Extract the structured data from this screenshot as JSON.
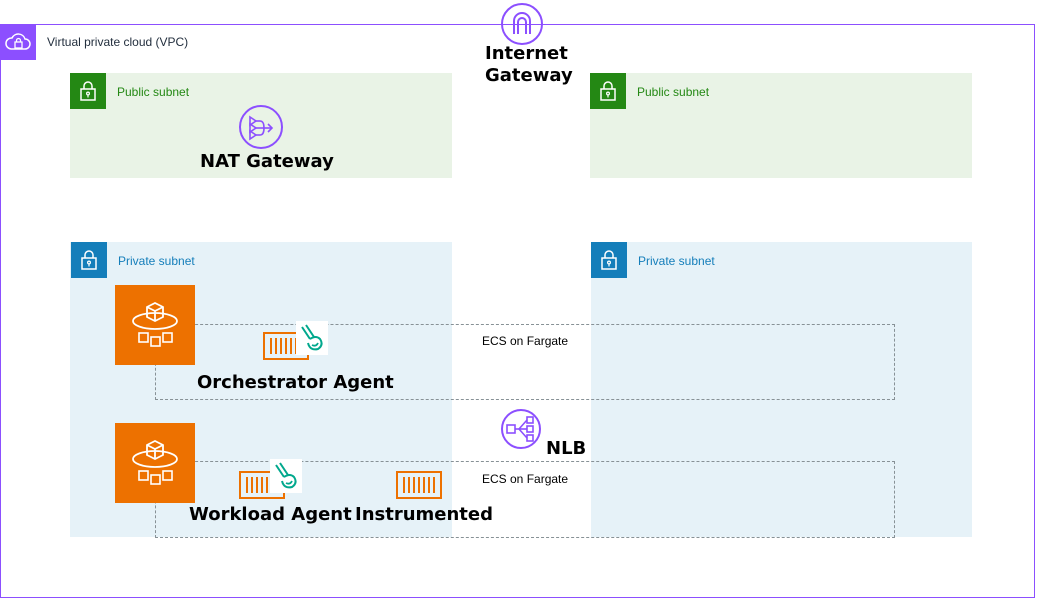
{
  "vpc": {
    "label": "Virtual private cloud (VPC)",
    "icon": "cloud-lock-icon"
  },
  "internet_gateway": {
    "line1": "Internet",
    "line2": "Gateway",
    "icon": "internet-gateway-icon"
  },
  "public_subnet_left": {
    "label": "Public subnet"
  },
  "public_subnet_right": {
    "label": "Public subnet"
  },
  "private_subnet_left": {
    "label": "Private subnet"
  },
  "private_subnet_right": {
    "label": "Private subnet"
  },
  "nat_gateway": {
    "label": "NAT Gateway",
    "icon": "nat-gateway-icon"
  },
  "ecs_top": {
    "label": "ECS on Fargate"
  },
  "ecs_bottom": {
    "label": "ECS on Fargate"
  },
  "orchestrator": {
    "label": "Orchestrator Agent",
    "icon": "fargate-icon"
  },
  "workload": {
    "label": "Workload Agent",
    "icon": "fargate-icon"
  },
  "instrumented": {
    "label": "Instrumented",
    "icon": "container-icon"
  },
  "nlb": {
    "label": "NLB",
    "icon": "network-load-balancer-icon"
  },
  "colors": {
    "vpc": "#8c4fff",
    "public": "#248814",
    "private": "#147eba",
    "fargate": "#ed7100",
    "teal": "#01a88d"
  }
}
